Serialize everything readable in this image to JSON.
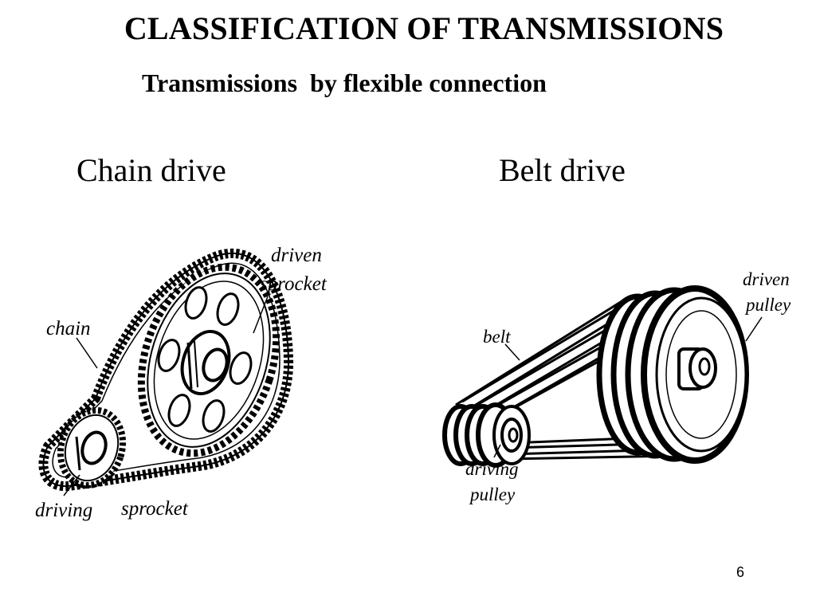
{
  "slide": {
    "title": "CLASSIFICATION OF TRANSMISSIONS",
    "subtitle_part1": "Transmissions",
    "subtitle_part2": "by flexible connection",
    "page_number": "6"
  },
  "chain_drive": {
    "heading": "Chain drive",
    "labels": {
      "driven_line1": "driven",
      "driven_line2": "sprocket",
      "chain": "chain",
      "driving": "driving",
      "sprocket": "sprocket"
    }
  },
  "belt_drive": {
    "heading": "Belt drive",
    "labels": {
      "driven_line1": "driven",
      "driven_line2": "pulley",
      "belt": "belt",
      "driving_line1": "driving",
      "driving_line2": "pulley"
    }
  }
}
